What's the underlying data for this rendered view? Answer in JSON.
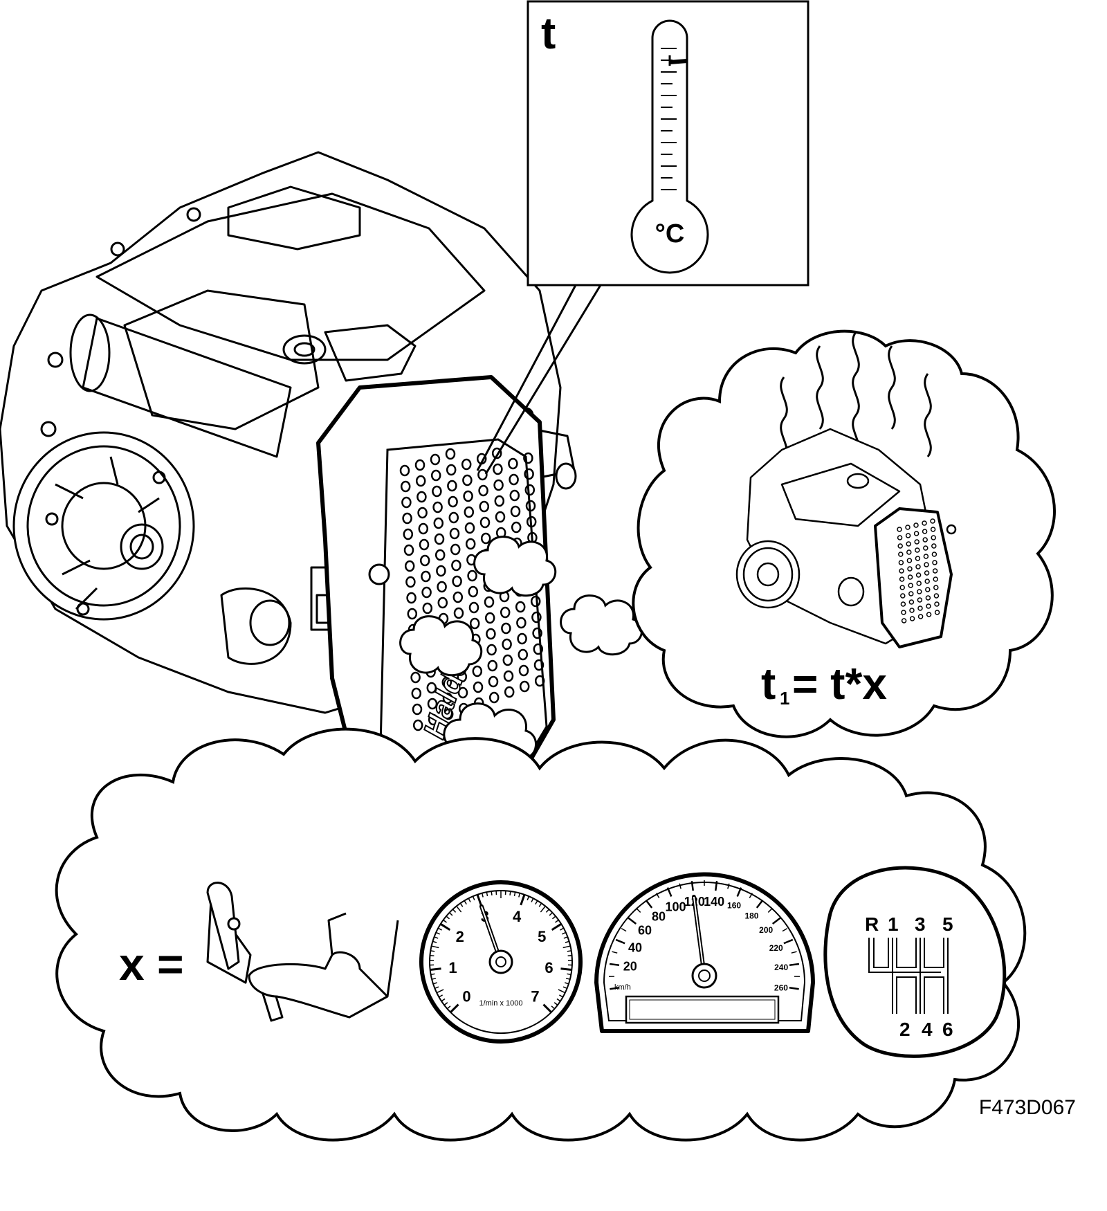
{
  "thermometer_panel": {
    "label": "t",
    "unit": "°C"
  },
  "module": {
    "brand": "Haldex"
  },
  "heated_cloud": {
    "formula_t": "t",
    "formula_sub": "1",
    "formula_rest": "= t*x"
  },
  "factors_cloud": {
    "x_label": "x =",
    "tachometer": {
      "ticks": [
        "0",
        "1",
        "2",
        "3",
        "4",
        "5",
        "6",
        "7"
      ],
      "unit": "1/min x 1000",
      "needle_value": 3
    },
    "speedometer": {
      "ticks": [
        "20",
        "40",
        "60",
        "80",
        "100",
        "120",
        "140",
        "160",
        "180",
        "200",
        "220",
        "240",
        "260"
      ],
      "unit": "km/h",
      "needle_value": 120
    },
    "gear_pattern": {
      "top": [
        "R",
        "1",
        "3",
        "5"
      ],
      "bottom": [
        "2",
        "4",
        "6"
      ]
    }
  },
  "figure_code": "F473D067"
}
